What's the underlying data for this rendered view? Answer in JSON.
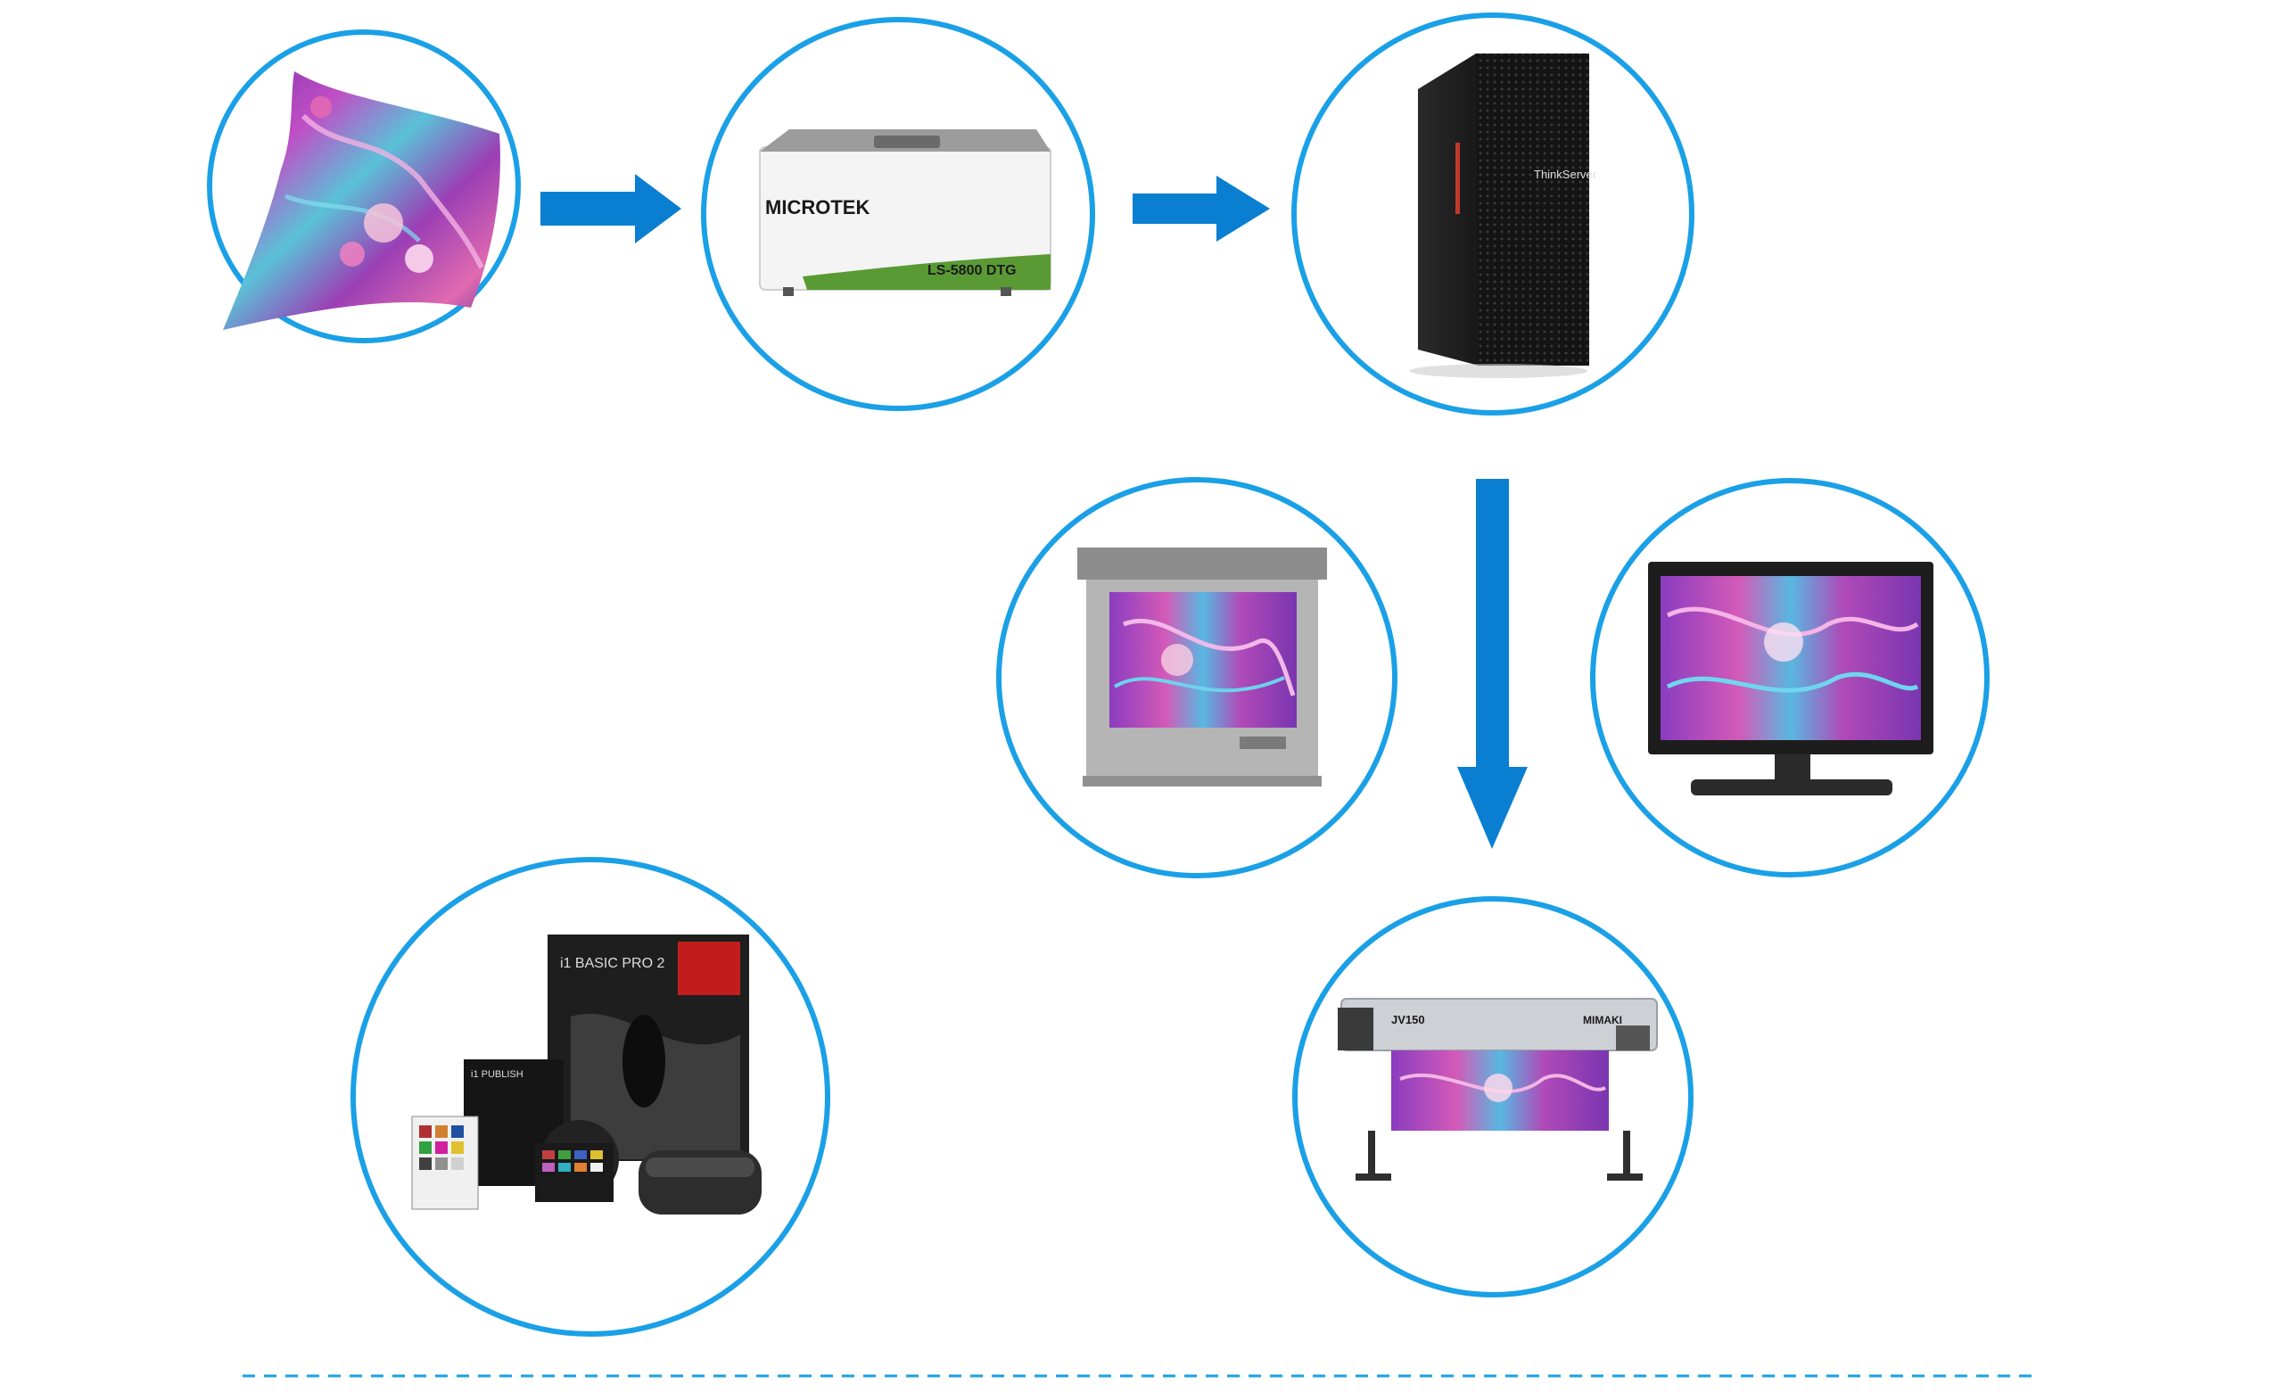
{
  "colors": {
    "ring": "#1aa0e6",
    "arrow": "#0a7fd2",
    "divider": "#1aa0e6"
  },
  "nodes": {
    "fabric": {
      "icon": "printed-fabric-icon"
    },
    "scanner": {
      "icon": "scanner-icon",
      "brand": "MICROTEK",
      "model": "LS-5800 DTG"
    },
    "server": {
      "icon": "tower-server-icon",
      "brand": "ThinkServer"
    },
    "light_booth": {
      "icon": "light-booth-icon"
    },
    "monitor": {
      "icon": "monitor-icon"
    },
    "printer": {
      "icon": "textile-printer-icon",
      "brand": "JV150",
      "maker": "MIMAKI"
    },
    "calibration_kit": {
      "icon": "calibration-kit-icon",
      "box_title": "i1 BASIC PRO 2",
      "sub_box_title": "i1 PUBLISH"
    }
  },
  "arrows": [
    {
      "from": "fabric",
      "to": "scanner",
      "direction": "right"
    },
    {
      "from": "scanner",
      "to": "server",
      "direction": "right"
    },
    {
      "from": "server",
      "to": "printer",
      "direction": "down"
    }
  ]
}
